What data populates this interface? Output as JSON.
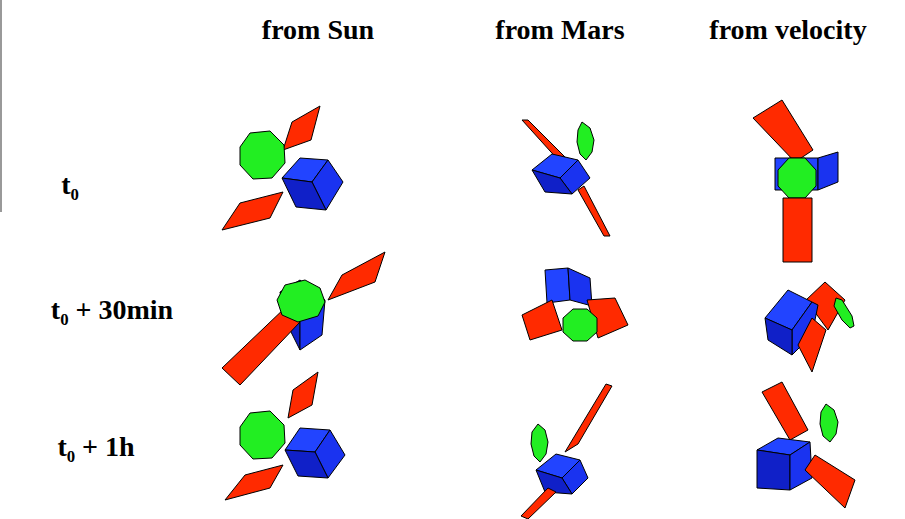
{
  "diagram": {
    "labels": [
      "from Sun",
      "from Mars",
      "from velocity",
      "t₀",
      "t₀ + 30min",
      "t₀ + 1h"
    ]
  }
}
